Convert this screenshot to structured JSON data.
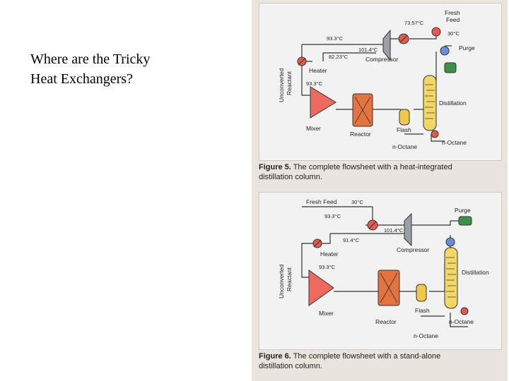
{
  "slide": {
    "title_line1": "Where are the Tricky",
    "title_line2": "Heat Exchangers?"
  },
  "figure5": {
    "caption_label": "Figure 5.",
    "caption_text_1": "The complete flowsheet with a heat-integrated",
    "caption_text_2": "distillation column.",
    "labels": {
      "fresh_feed": "Fresh\nFeed",
      "temp_feed": "73.57°C",
      "temp_30": "30°C",
      "temp_933_top": "93.3°C",
      "temp_1014": "101.4°C",
      "temp_8223": "82.23°C",
      "compressor": "Compressor",
      "purge": "Purge",
      "heater": "Heater",
      "temp_933_mid": "93.3°C",
      "unconverted": "Unconverted",
      "reactant": "Reactant",
      "mixer": "Mixer",
      "reactor": "Reactor",
      "flash": "Flash",
      "distillation": "Distillation",
      "noctane_1": "n-Octane",
      "noctane_2": "n-Octane"
    }
  },
  "figure6": {
    "caption_label": "Figure 6.",
    "caption_text_1": "The complete flowsheet with a stand-alone",
    "caption_text_2": "distillation column.",
    "labels": {
      "fresh_feed": "Fresh Feed",
      "temp_30": "30°C",
      "temp_933_top": "93.3°C",
      "temp_1014": "101.4°C",
      "temp_914": "91.4°C",
      "compressor": "Compressor",
      "purge": "Purge",
      "heater": "Heater",
      "temp_933_mid": "93.3°C",
      "unconverted": "Unconverted",
      "reactant": "Reactant",
      "mixer": "Mixer",
      "reactor": "Reactor",
      "flash": "Flash",
      "distillation": "Distillation",
      "noctane_1": "n-Octane",
      "noctane_2": "n-Octane"
    }
  }
}
